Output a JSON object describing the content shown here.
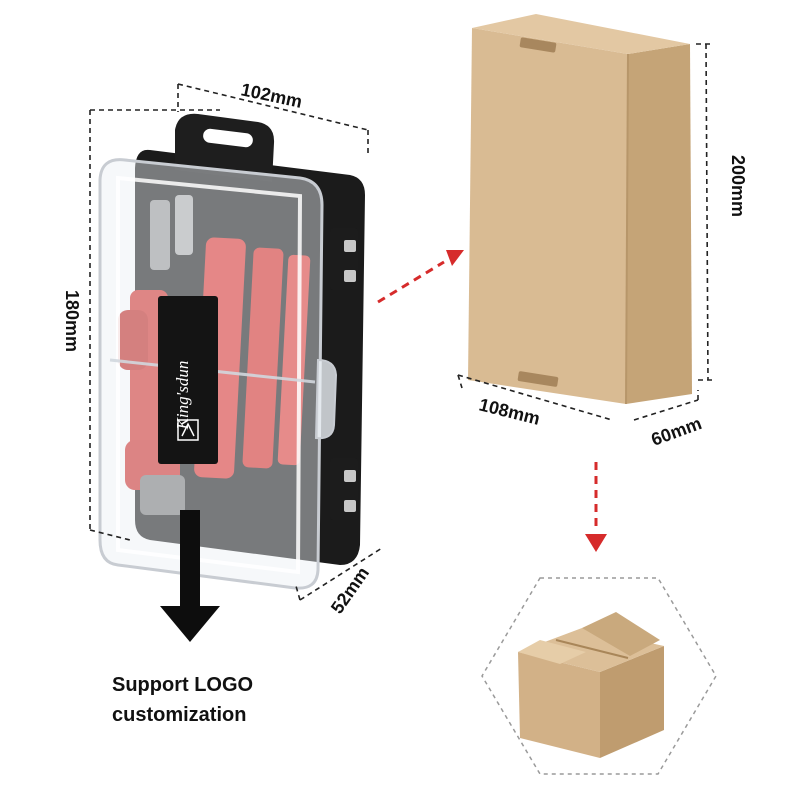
{
  "case": {
    "logo_text": "King'sdun",
    "width_label": "102mm",
    "height_label": "180mm",
    "depth_label": "52mm"
  },
  "retail_box": {
    "height_label": "200mm",
    "width_label": "108mm",
    "depth_label": "60mm"
  },
  "caption": {
    "line1": "Support LOGO",
    "line2": "customization"
  },
  "colors": {
    "cardboard": "#d7b88f",
    "cardboard_dark": "#c4a277",
    "case_black": "#1b1b1b",
    "handle_red": "#e0322e",
    "arrow_red": "#d62b2b",
    "dashed_line": "#222222"
  }
}
